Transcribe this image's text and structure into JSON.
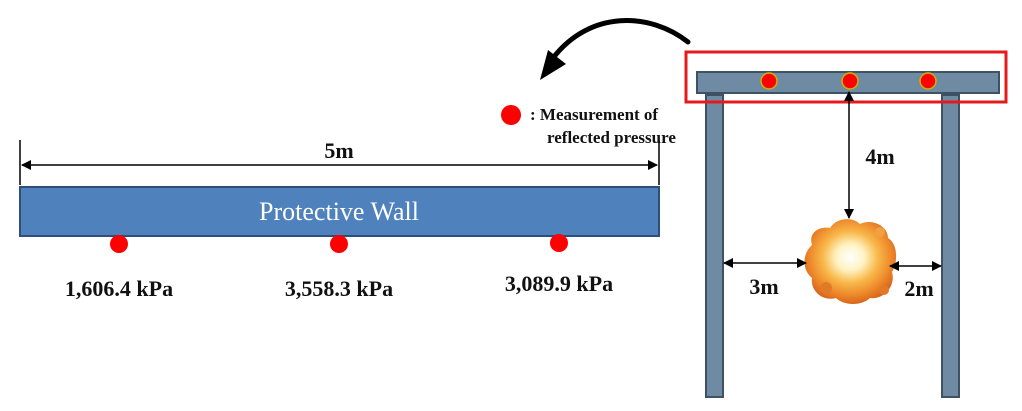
{
  "wall": {
    "label": "Protective Wall",
    "length_label": "5m"
  },
  "pressures": [
    {
      "value": "1,606.4 kPa"
    },
    {
      "value": "3,558.3 kPa"
    },
    {
      "value": "3,089.9 kPa"
    }
  ],
  "legend": {
    "line1": ": Measurement of",
    "line2": "reflected pressure"
  },
  "frame": {
    "vertical_distance": "4m",
    "left_distance": "3m",
    "right_distance": "2m"
  },
  "colors": {
    "wall_fill": "#4f81bd",
    "wall_stroke": "#2f4f7a",
    "marker": "#ff0000",
    "frame_fill": "#6f8aa3",
    "frame_stroke": "#3e5266",
    "highlight_box": "#e41b1b",
    "explosion": "#f5a033"
  },
  "icons": {
    "sensor_marker": "red-dot-icon",
    "explosion": "explosion-icon",
    "curved_arrow": "curved-arrow-icon"
  }
}
